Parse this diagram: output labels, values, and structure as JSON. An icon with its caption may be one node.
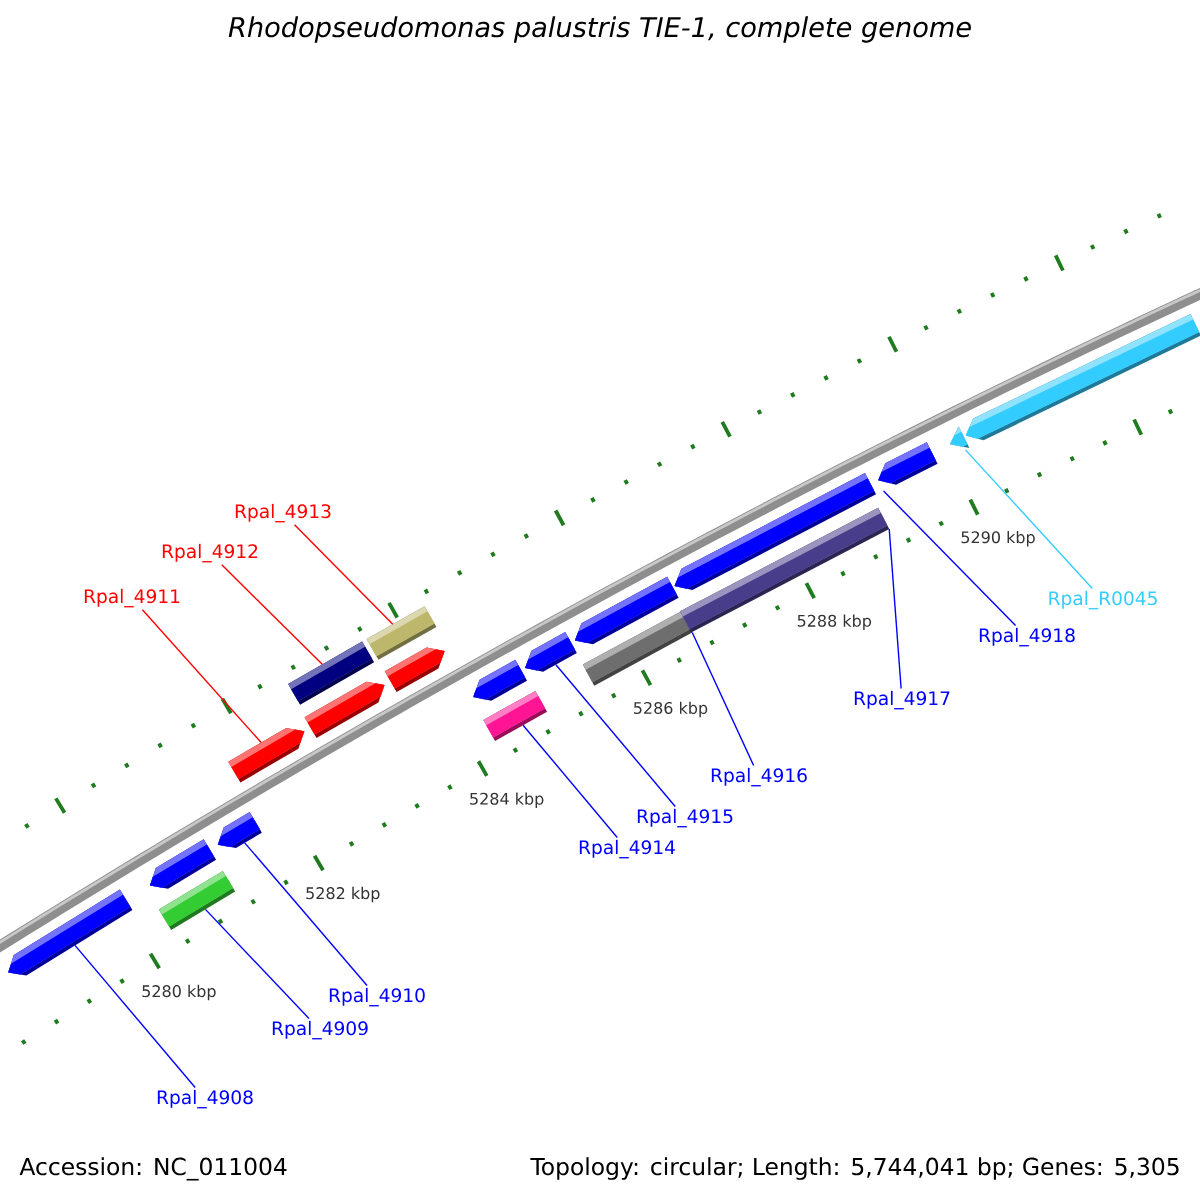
{
  "diagram": {
    "title": "Rhodopseudomonas palustris TIE-1, complete genome",
    "nodes": [
      {
        "text": [
          "Rpal_4913"
        ]
      },
      {
        "text": [
          "Rpal_4912"
        ]
      },
      {
        "text": [
          "Rpal_4911"
        ]
      },
      {
        "text": [
          "Rpal_R0045"
        ]
      },
      {
        "text": [
          "Rpal_4918"
        ]
      },
      {
        "text": [
          "Rpal_4917"
        ]
      },
      {
        "text": [
          "Rpal_4916"
        ]
      },
      {
        "text": [
          "Rpal_4915"
        ]
      },
      {
        "text": [
          "Rpal_4914"
        ]
      },
      {
        "text": [
          "Rpal_4910"
        ]
      },
      {
        "text": [
          "Rpal_4909"
        ]
      },
      {
        "text": [
          "Rpal_4908"
        ]
      },
      {
        "text": [],
        "shape": "pentagon"
      },
      {
        "text": [],
        "shape": "pentagon"
      },
      {
        "text": [],
        "shape": "box"
      },
      {
        "text": [],
        "shape": "pentagon"
      },
      {
        "text": [],
        "shape": "pentagon"
      },
      {
        "text": [],
        "shape": "pentagon"
      },
      {
        "text": [],
        "shape": "box"
      },
      {
        "text": [],
        "shape": "pentagon"
      },
      {
        "text": [],
        "shape": "box"
      },
      {
        "text": [],
        "shape": "pentagon"
      },
      {
        "text": [],
        "shape": "box"
      },
      {
        "text": [],
        "shape": "pentagon"
      },
      {
        "text": [],
        "shape": "pentagon"
      },
      {
        "text": [],
        "shape": "box"
      },
      {
        "text": [],
        "shape": "pentagon"
      },
      {
        "text": [],
        "shape": "box"
      },
      {
        "text": [],
        "shape": "pentagon"
      },
      {
        "text": [],
        "shape": "triangle"
      },
      {
        "text": [],
        "shape": "pentagon"
      }
    ],
    "edges": [
      {
        "from": 0,
        "to": 20,
        "arrow": "none",
        "color": "#ff0000"
      },
      {
        "from": 1,
        "to": 18,
        "arrow": "none",
        "color": "#ff0000"
      },
      {
        "from": 2,
        "to": 16,
        "arrow": "none",
        "color": "#ff0000"
      },
      {
        "from": 3,
        "to": 29,
        "arrow": "none",
        "color": "#33ccff"
      },
      {
        "from": 4,
        "to": 28,
        "arrow": "none"
      },
      {
        "from": 5,
        "to": 27,
        "arrow": "none"
      },
      {
        "from": 6,
        "to": 25,
        "arrow": "none"
      },
      {
        "from": 7,
        "to": 23,
        "arrow": "none"
      },
      {
        "from": 8,
        "to": 22,
        "arrow": "none"
      },
      {
        "from": 9,
        "to": 15,
        "arrow": "none"
      },
      {
        "from": 10,
        "to": 14,
        "arrow": "none"
      },
      {
        "from": 11,
        "to": 12,
        "arrow": "none"
      }
    ],
    "labels": [
      "5290 kbp",
      "5288 kbp",
      "5286 kbp",
      "5284 kbp",
      "5282 kbp",
      "5280 kbp",
      "Accession: NC_011004",
      "Topology: circular; Length: 5,744,041 bp; Genes: 5,305"
    ]
  }
}
